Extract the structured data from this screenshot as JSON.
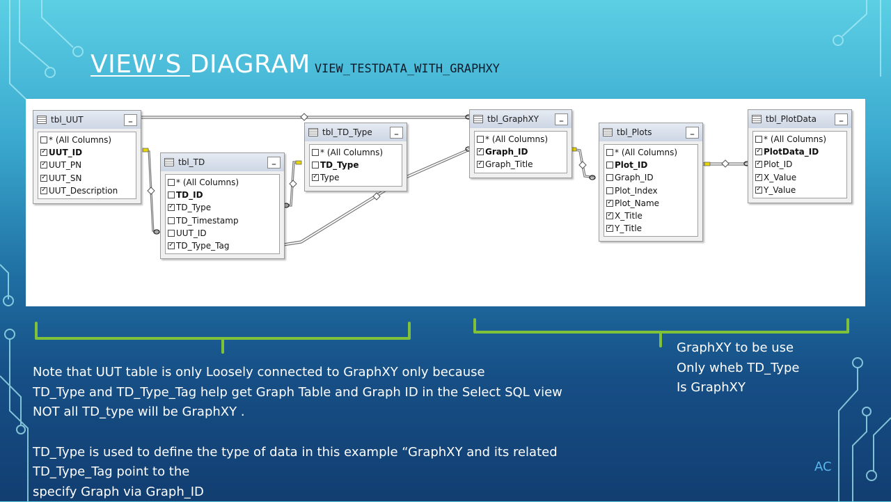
{
  "slide": {
    "title_underlined": "VIEW’S ",
    "title_rest": "DIAGRAM",
    "title_sub": "VIEW_TESTDATA_WITH_GRAPHXY",
    "footer": "AC"
  },
  "tables": {
    "tbl_uut": {
      "name": "tbl_UUT",
      "rows": [
        {
          "label": "* (All Columns)",
          "checked": false,
          "bold": false
        },
        {
          "label": "UUT_ID",
          "checked": true,
          "bold": true
        },
        {
          "label": "UUT_PN",
          "checked": true,
          "bold": false
        },
        {
          "label": "UUT_SN",
          "checked": true,
          "bold": false
        },
        {
          "label": "UUT_Description",
          "checked": true,
          "bold": false
        }
      ]
    },
    "tbl_td": {
      "name": "tbl_TD",
      "rows": [
        {
          "label": "* (All Columns)",
          "checked": false,
          "bold": false
        },
        {
          "label": "TD_ID",
          "checked": false,
          "bold": true
        },
        {
          "label": "TD_Type",
          "checked": true,
          "bold": false
        },
        {
          "label": "TD_Timestamp",
          "checked": false,
          "bold": false
        },
        {
          "label": "UUT_ID",
          "checked": false,
          "bold": false
        },
        {
          "label": "TD_Type_Tag",
          "checked": true,
          "bold": false
        }
      ]
    },
    "tbl_td_type": {
      "name": "tbl_TD_Type",
      "rows": [
        {
          "label": "* (All Columns)",
          "checked": false,
          "bold": false
        },
        {
          "label": "TD_Type",
          "checked": false,
          "bold": true
        },
        {
          "label": "Type",
          "checked": true,
          "bold": false
        }
      ]
    },
    "tbl_graphxy": {
      "name": "tbl_GraphXY",
      "rows": [
        {
          "label": "* (All Columns)",
          "checked": false,
          "bold": false
        },
        {
          "label": "Graph_ID",
          "checked": true,
          "bold": true
        },
        {
          "label": "Graph_Title",
          "checked": true,
          "bold": false
        }
      ]
    },
    "tbl_plots": {
      "name": "tbl_Plots",
      "rows": [
        {
          "label": "* (All Columns)",
          "checked": false,
          "bold": false
        },
        {
          "label": "Plot_ID",
          "checked": false,
          "bold": true
        },
        {
          "label": "Graph_ID",
          "checked": false,
          "bold": false
        },
        {
          "label": "Plot_Index",
          "checked": false,
          "bold": false
        },
        {
          "label": "Plot_Name",
          "checked": true,
          "bold": false
        },
        {
          "label": "X_Title",
          "checked": true,
          "bold": false
        },
        {
          "label": "Y_Title",
          "checked": true,
          "bold": false
        }
      ]
    },
    "tbl_plotdata": {
      "name": "tbl_PlotData",
      "rows": [
        {
          "label": "* (All Columns)",
          "checked": false,
          "bold": false
        },
        {
          "label": "PlotData_ID",
          "checked": true,
          "bold": true
        },
        {
          "label": "Plot_ID",
          "checked": true,
          "bold": false
        },
        {
          "label": "X_Value",
          "checked": true,
          "bold": false
        },
        {
          "label": "Y_Value",
          "checked": true,
          "bold": false
        }
      ]
    }
  },
  "notes": {
    "left": {
      "line1": "Note that UUT table is only Loosely connected to GraphXY only because",
      "line2": "TD_Type and TD_Type_Tag help get Graph Table and Graph ID in the Select SQL view",
      "line3": "NOT all TD_type will be GraphXY .",
      "line4": "TD_Type is used to define the type of data in this example “GraphXY and its related",
      "line5": "TD_Type_Tag point to the",
      "line6": "specify Graph via Graph_ID"
    },
    "right": {
      "line1": "GraphXY to be use",
      "line2": "Only wheb TD_Type",
      "line3": "Is GraphXY"
    }
  },
  "colors": {
    "bracket": "#7fc23a",
    "circuit": "#9fe6f2"
  }
}
